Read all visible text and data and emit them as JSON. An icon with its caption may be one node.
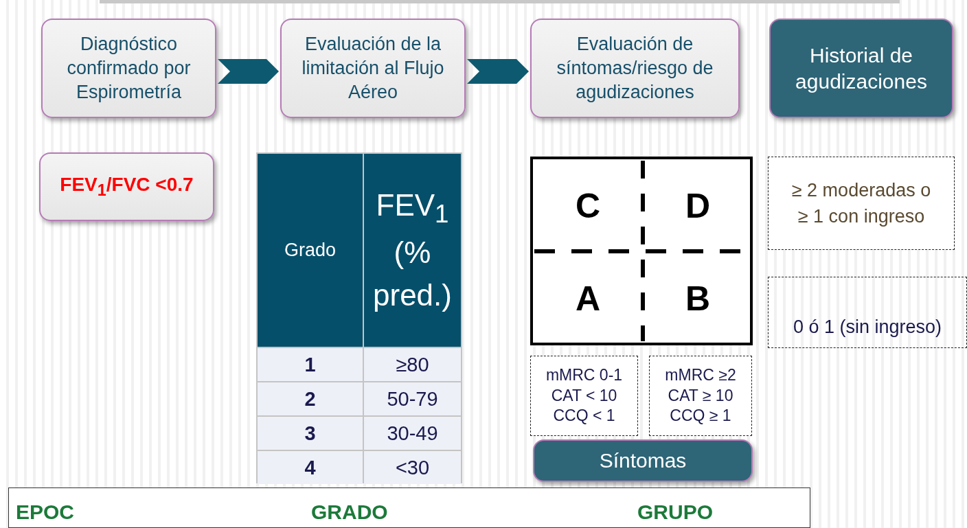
{
  "diagram": {
    "nodes": [
      {
        "text": [
          "Diagnóstico confirmado por Espirometría"
        ]
      },
      {
        "text": [
          "Evaluación de la limitación al Flujo Aéreo"
        ]
      },
      {
        "text": [
          "Evaluación de síntomas/riesgo de agudizaciones"
        ]
      },
      {
        "text": [
          "Historial de agudizaciones"
        ]
      },
      {
        "text": [
          "FEV$_{1}$/FVC <0.7"
        ]
      },
      {
        "text": [],
        "shape": "box"
      },
      {
        "text": [
          "C"
        ],
        "in": 5
      },
      {
        "text": [
          "D"
        ],
        "in": 5
      },
      {
        "text": [
          "A"
        ],
        "in": 5
      },
      {
        "text": [
          "B"
        ],
        "in": 5
      },
      {
        "text": [
          "mMRC 0-1 CAT < 10 CCQ < 1"
        ]
      },
      {
        "text": [
          "mMRC ≥2 CAT ≥ 10 CCQ ≥ 1"
        ]
      },
      {
        "text": [
          "Síntomas"
        ]
      },
      {
        "text": [
          "≥ 2 moderadas o ≥ 1 con ingreso"
        ]
      },
      {
        "text": [
          "0 ó  1 (sin ingreso)"
        ]
      },
      {
        "text": [
          "EPOC",
          "GRADO",
          "GRUPO"
        ]
      }
    ],
    "edges": [
      {
        "from": 0,
        "to": 1,
        "arrow": "to"
      },
      {
        "from": 1,
        "to": 2,
        "arrow": "to"
      }
    ],
    "labels": [
      "Grado",
      "FEV$_{1}$ (% pred.)",
      "1",
      "≥80",
      "2",
      "50-79",
      "3",
      "30-49",
      "4",
      "<30"
    ]
  }
}
